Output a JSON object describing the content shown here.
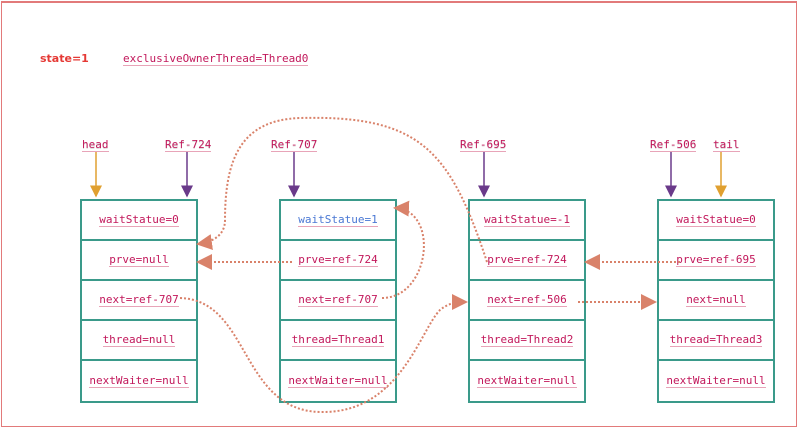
{
  "header": {
    "state": "state=1",
    "owner": "exclusiveOwnerThread=Thread0"
  },
  "labels": {
    "head": "head",
    "tail": "tail",
    "ref_724": "Ref-724",
    "ref_707": "Ref-707",
    "ref_695": "Ref-695",
    "ref_506": "Ref-506"
  },
  "nodes": [
    {
      "waitStatus": "waitStatue=0",
      "prev": "prve=null",
      "next": "next=ref-707",
      "thread": "thread=null",
      "nextWaiter": "nextWaiter=null"
    },
    {
      "waitStatus": "waitStatue=1",
      "prev": "prve=ref-724",
      "next": "next=ref-707",
      "thread": "thread=Thread1",
      "nextWaiter": "nextWaiter=null"
    },
    {
      "waitStatus": "waitStatue=-1",
      "prev": "prve=ref-724",
      "next": "next=ref-506",
      "thread": "thread=Thread2",
      "nextWaiter": "nextWaiter=null"
    },
    {
      "waitStatus": "waitStatue=0",
      "prev": "prve=ref-695",
      "next": "next=null",
      "thread": "thread=Thread3",
      "nextWaiter": "nextWaiter=null"
    }
  ],
  "colors": {
    "node_border": "#3a9a8a",
    "text": "#c2185b",
    "highlight_text": "#4a78d4",
    "link_arrow": "#d9826a",
    "ref_arrow": "#6a3a8a",
    "head_tail_arrow": "#e0a030",
    "frame": "#e27a7a"
  }
}
